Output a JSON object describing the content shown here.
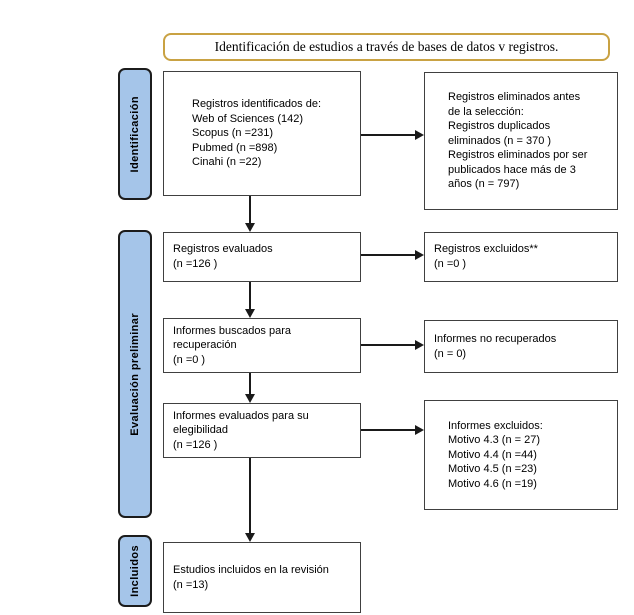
{
  "colors": {
    "stage_fill": "#A5C5E9",
    "stage_border": "#1C1C1C",
    "box_border": "#404040",
    "title_border": "#C9A243",
    "arrow": "#1A1A1A"
  },
  "diagram": {
    "title": "Identificación de estudios a través de bases de datos v registros.",
    "stages": [
      {
        "label": "Identificación"
      },
      {
        "label": "Evaluación preliminar"
      },
      {
        "label": "Incluidos"
      }
    ],
    "left_boxes": [
      {
        "name": "registros-identificados",
        "text": "Registros identificados de:\nWeb of Sciences (142)\nScopus (n =231)\nPubmed (n =898)\nCinahi (n =22)"
      },
      {
        "name": "registros-evaluados",
        "text": "Registros evaluados\n(n =126 )"
      },
      {
        "name": "informes-buscados",
        "text": "Informes buscados para\nrecuperación\n(n =0 )"
      },
      {
        "name": "informes-evaluados",
        "text": "Informes evaluados para su\nelegibilidad\n(n =126 )"
      },
      {
        "name": "estudios-incluidos",
        "text": "Estudios incluidos en la revisión\n(n =13)"
      }
    ],
    "right_boxes": [
      {
        "name": "registros-eliminados-antes",
        "text": "Registros eliminados antes\nde la selección:\nRegistros duplicados\neliminados (n = 370 )\nRegistros eliminados por ser\npublicados hace más de 3\naños (n = 797)"
      },
      {
        "name": "registros-excluidos",
        "text": "Registros excluidos**\n(n =0 )"
      },
      {
        "name": "informes-no-recuperados",
        "text": "Informes no recuperados\n(n = 0)"
      },
      {
        "name": "informes-excluidos",
        "text": "Informes excluidos:\nMotivo 4.3 (n = 27)\nMotivo 4.4 (n =44)\nMotivo 4.5 (n =23)\nMotivo 4.6 (n =19)"
      }
    ]
  }
}
